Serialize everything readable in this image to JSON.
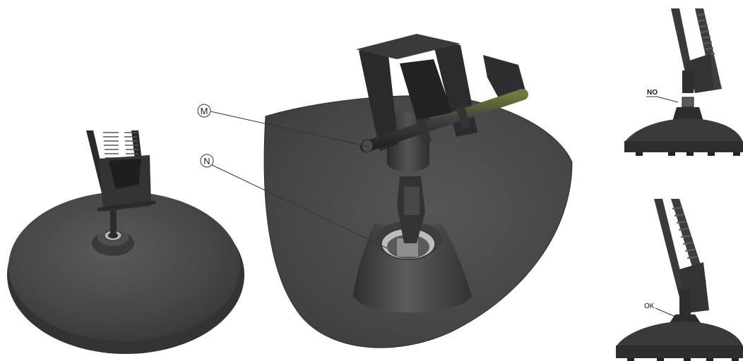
{
  "callouts": {
    "m": "M",
    "n": "N"
  },
  "notes": {
    "no": "NO",
    "ok": "OK"
  },
  "colors": {
    "base_dark": "#3b3b3d",
    "base_mid": "#4a4a4c",
    "base_light": "#5a5a5c",
    "metal": "#9c9c9c",
    "outline": "#1a1a1a",
    "accent_green": "#5c6b2c"
  }
}
